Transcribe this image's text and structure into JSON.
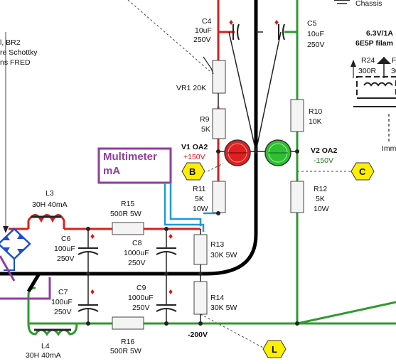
{
  "diagram": {
    "labels": {
      "chassis": "Chassis",
      "br_note_1": "l, BR2",
      "br_note_2": "re Schottky",
      "br_note_3": "ns FRED",
      "c4": [
        "C4",
        "10uF",
        "250V"
      ],
      "c5": [
        "C5",
        "10uF",
        "250V"
      ],
      "vr1": "VR1 20K",
      "r9": [
        "R9",
        "5K"
      ],
      "r10": [
        "R10",
        "10K"
      ],
      "v1": "V1 OA2",
      "v1_volt": "+150V",
      "v2": "V2 OA2",
      "v2_volt": "-150V",
      "r11": [
        "R11",
        "5K",
        "10W"
      ],
      "r12": [
        "R12",
        "5K",
        "10W"
      ],
      "multimeter": [
        "Multimeter",
        "mA"
      ],
      "tag_b": "B",
      "tag_c": "C",
      "tag_l": "L",
      "l3": [
        "L3",
        "30H 40mA"
      ],
      "l4": [
        "L4",
        "30H 40mA"
      ],
      "r15": "R15",
      "r15_val": "500R 5W",
      "r16": "R16",
      "r16_val": "500R 5W",
      "c6": [
        "C6",
        "100uF",
        "250V"
      ],
      "c7": [
        "C7",
        "100uF",
        "250V"
      ],
      "c8": [
        "C8",
        "1000uF",
        "250V"
      ],
      "c9": [
        "C9",
        "1000uF",
        "250V"
      ],
      "r13": [
        "R13",
        "30K 5W"
      ],
      "r14": [
        "R14",
        "30K 5W"
      ],
      "neg200": "-200V",
      "filament_1": "6.3V/1A",
      "filament_2": "6E5P filam",
      "r24": [
        "R24",
        "300R"
      ],
      "r_partial": [
        "F",
        "30"
      ],
      "imm": "Imm"
    },
    "colors": {
      "positive_rail": "#d92020",
      "negative_rail": "#2f9a2f",
      "ground": "#000000",
      "meter_wire": "#1e9ad6",
      "multimeter_box": "#8e3f9c",
      "bridge_diode": "#1a4fd1",
      "tag_fill": "#ffee00"
    }
  }
}
